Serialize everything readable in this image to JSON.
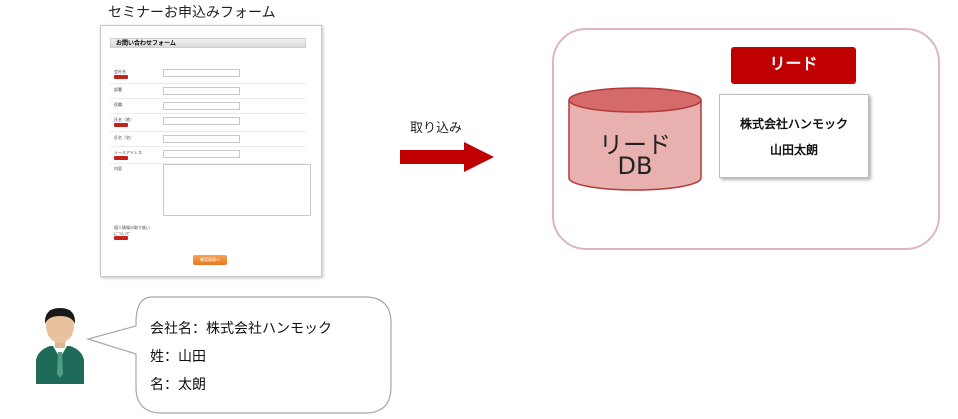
{
  "form": {
    "caption": "セミナーお申込みフォーム",
    "thumbnail": {
      "header": "お問い合わせフォーム",
      "fields": [
        {
          "label": "会社名",
          "required": true
        },
        {
          "label": "部署",
          "required": false
        },
        {
          "label": "役職",
          "required": false
        },
        {
          "label": "氏名（姓）",
          "required": true
        },
        {
          "label": "氏名（名）",
          "required": false
        },
        {
          "label": "メールアドレス",
          "required": true
        },
        {
          "label": "内容",
          "required": false
        },
        {
          "label": "個人情報の取り扱いについて",
          "required": true
        }
      ],
      "submit_label": "確認画面へ"
    }
  },
  "arrow": {
    "label": "取り込み",
    "color": "#c00000"
  },
  "lead": {
    "header": "リード",
    "db_line1": "リード",
    "db_line2": "DB",
    "card": {
      "company": "株式会社ハンモック",
      "name": "山田太朗"
    }
  },
  "bubble": {
    "lines": [
      "会社名：株式会社ハンモック",
      "姓：山田",
      "名：太朗"
    ]
  },
  "colors": {
    "accent": "#c00000",
    "db_fill": "#e8b0ae",
    "db_top": "#d46a6a",
    "container_border": "#ddb8b8"
  }
}
